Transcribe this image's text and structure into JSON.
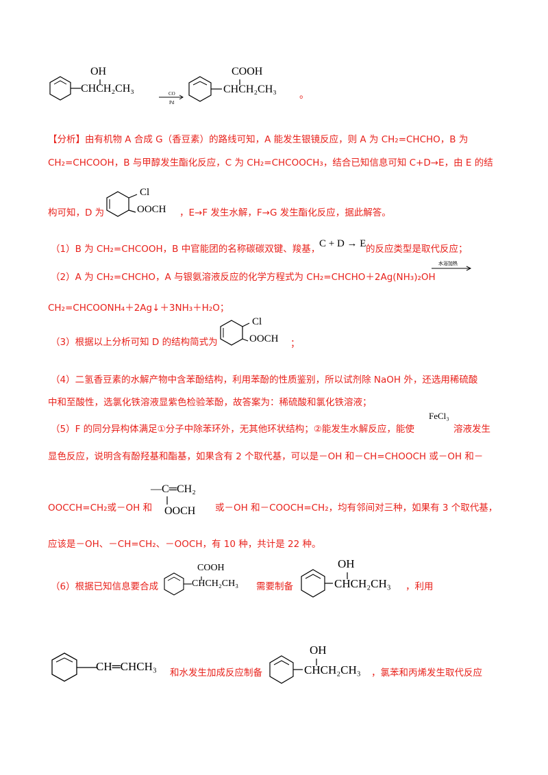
{
  "top_reaction": {
    "reactant_oh": "OH",
    "reactant_chain": "CHCH₂CH₃",
    "arrow_top": "CO",
    "arrow_bottom": "Pd",
    "product_cooh": "COOH",
    "product_chain": "CHCH₂CH₃",
    "end_mark": "。"
  },
  "analysis": {
    "line1": "【分析】由有机物 A 合成 G（香豆素）的路线可知，A 能发生银镜反应，则 A 为 CH₂=CHCHO，B 为",
    "line2": "CH₂=CHCOOH，B 与甲醇发生酯化反应，C 为 CH₂=CHCOOCH₃，结合已知信息可知 C+D→E，由 E 的结",
    "line3_pre": "构可知，D 为",
    "line3_post": "，E→F 发生水解，F→G 发生酯化反应，据此解答。",
    "d_cl": "Cl",
    "d_group": "OOCH"
  },
  "q1": {
    "pre": "（1）B 为 CH₂=CHCOOH，B 中官能团的名称碳碳双键、羧基，",
    "formula": "C + D → E",
    "post": "的反应类型是取代反应；"
  },
  "q2": {
    "line1": "（2）A 为 CH₂=CHCHO，A 与银氨溶液反应的化学方程式为 CH₂=CHCHO＋2Ag(NH₃)₂OH",
    "arrow_label": "水浴加热",
    "line2": "CH₂=CHCOONH₄＋2Ag↓＋3NH₃＋H₂O；"
  },
  "q3": {
    "pre": "（3）根据以上分析可知 D 的结构简式为",
    "cl": "Cl",
    "group": "OOCH",
    "post": "；"
  },
  "q4": {
    "line1": "（4）二氢香豆素的水解产物中含苯酚结构，利用苯酚的性质鉴别，所以试剂除 NaOH 外，还选用稀硫酸",
    "line2": "中和至酸性，选氯化铁溶液显紫色检验苯酚，故答案为：稀硫酸和氯化铁溶液；"
  },
  "q5": {
    "line1_pre": "（5）F 的同分异构体满足①分子中除苯环外，无其他环状结构；②能发生水解反应，能使",
    "reagent": "FeCl₃",
    "line1_post": "溶液发生",
    "line2": "显色反应，说明含有酚羟基和酯基，如果含有 2 个取代基，可以是－OH 和－CH=CHOOCH 或－OH 和－",
    "line3_pre": "OOCCH=CH₂或－OH 和",
    "branch_top": "—C═CH₂",
    "branch_bottom": "OOCH",
    "line3_post": "或－OH 和－COOCH=CH₂，均有邻间对三种，如果有 3 个取代基，",
    "line4": "应该是－OH、－CH=CH₂、－OOCH，有 10 种，共计是 22 种。"
  },
  "q6": {
    "pre": "（6）根据已知信息要合成",
    "acid_cooh": "COOH",
    "acid_chain": "CHCH₂CH₃",
    "mid": "需要制备",
    "alc_oh": "OH",
    "alc_chain": "CHCH₂CH₃",
    "post": "，利用",
    "alkene_chain": "CH═CHCH₃",
    "line2_mid": "和水发生加成反应制备",
    "alc2_oh": "OH",
    "alc2_chain": "CHCH₂CH₃",
    "line2_post": "，氯苯和丙烯发生取代反应"
  }
}
